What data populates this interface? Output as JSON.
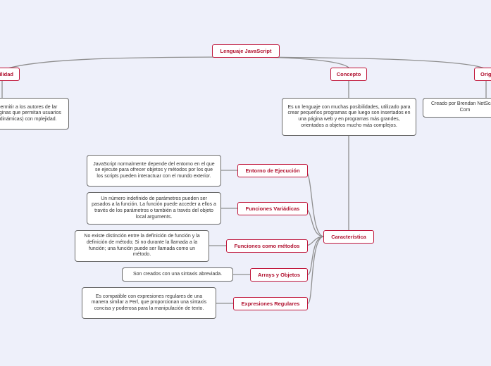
{
  "root": {
    "label": "Lenguaje JavaScript"
  },
  "branches": {
    "utilidad": {
      "label": "ilidad"
    },
    "concepto": {
      "label": "Concepto"
    },
    "origen": {
      "label": "Origi"
    },
    "caracteristica": {
      "label": "Característica"
    }
  },
  "notes": {
    "utilidad": "permitir a los autores de lar páginas que permitan usuarios (dinámicas) con mplejidad.",
    "concepto": "Es un lenguaje con muchas posibilidades, utilizado para crear pequeños programas que luego son insertados en una página web y en programas más grandes, orientados a objetos mucho más complejos.",
    "origen": "Creado por  Brendan NetScape Com"
  },
  "features": [
    {
      "label": "Entorno de Ejecución",
      "note": "JavaScript normalmente depende del entorno en el que se ejecute para ofrecer objetos y métodos por los que los scripts pueden interactuar con el mundo exterior."
    },
    {
      "label": "Funciones Variádicas",
      "note": "Un número indefinido de parámetros pueden ser pasados a la función. La función puede acceder a ellos a través de los parámetros o también a través del objeto local arguments."
    },
    {
      "label": "Funciones como métodos",
      "note": "No existe distinción entre la definición de función y la definición de método; Si no durante la llamada a la función; una función puede ser llamada como un método."
    },
    {
      "label": "Arrays y Objetos",
      "note": "Son creados con una sintaxis abreviada."
    },
    {
      "label": "Expresiones Regulares",
      "note": "Es compatible con expresiones regulares de una manera similar a Perl, que proporcionan una sintaxis concisa y poderosa para la manipulación de texto."
    }
  ],
  "colors": {
    "node_border": "#c0163a",
    "node_text": "#b0102e",
    "line": "#8f8f8f",
    "background": "#eef0fa"
  }
}
